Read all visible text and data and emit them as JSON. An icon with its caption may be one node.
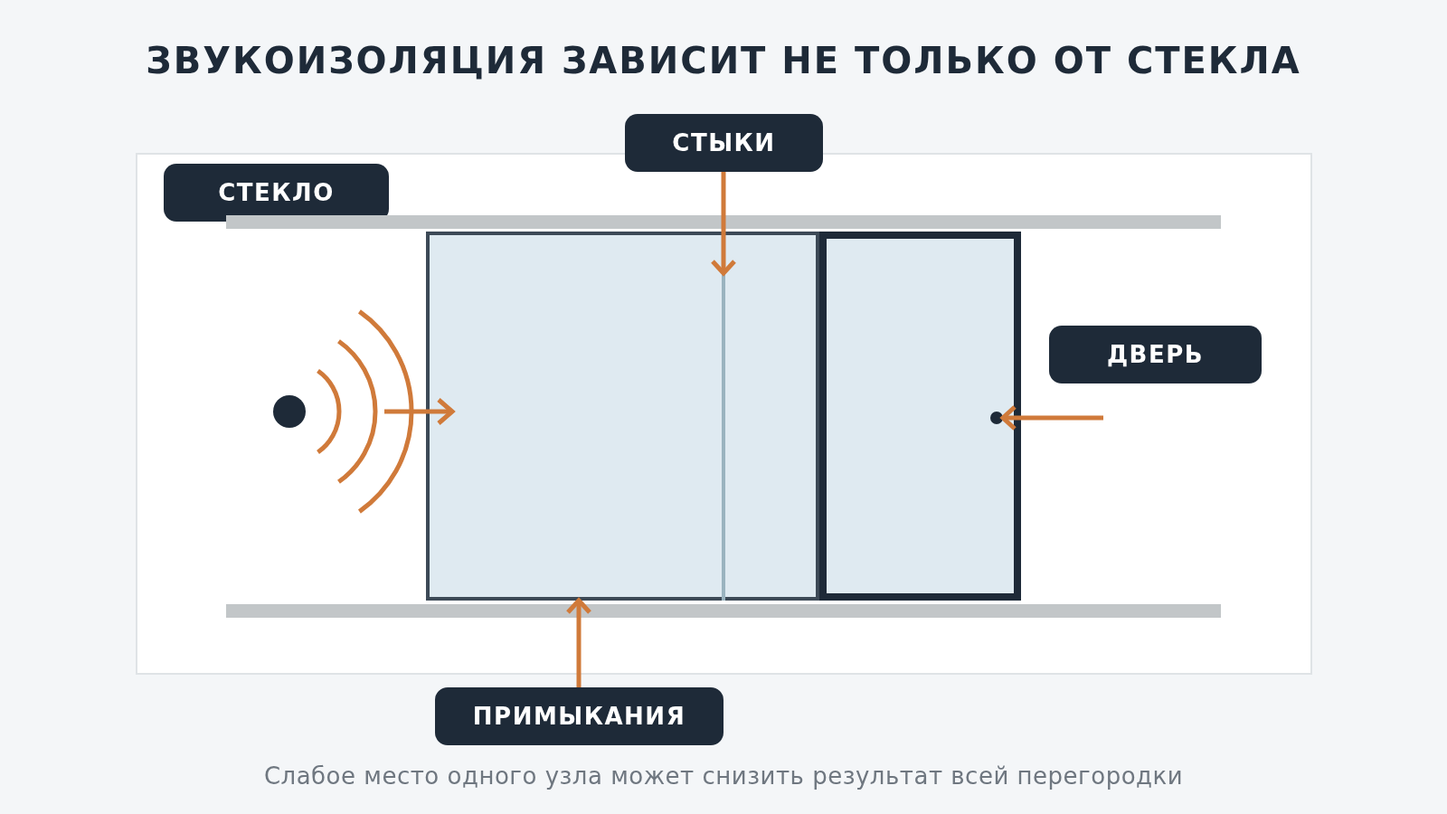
{
  "diagram": {
    "title": "ЗВУКОИЗОЛЯЦИЯ ЗАВИСИТ НЕ ТОЛЬКО ОТ СТЕКЛА",
    "caption": "Слабое место одного узла может снизить результат всей перегородки",
    "nodes": [
      {
        "text": [
          "СТЫКИ"
        ]
      },
      {
        "text": [
          "СТЕКЛО"
        ]
      },
      {
        "text": [
          "ДВЕРЬ"
        ]
      },
      {
        "text": [],
        "shape": "box"
      },
      {
        "text": [],
        "shape": "bar",
        "in": 3
      },
      {
        "text": [],
        "shape": "box"
      },
      {
        "text": [],
        "shape": "circle",
        "in": 5
      },
      {
        "text": [
          "ПРИМЫКАНИЯ"
        ]
      },
      {
        "text": [],
        "shape": "bar"
      },
      {
        "text": [],
        "shape": "bar"
      }
    ],
    "edges": [
      {
        "from": 0,
        "to": 4,
        "arrow": "to"
      },
      {
        "from": null,
        "to": 6,
        "arrow": "to"
      },
      {
        "from": 7,
        "to": 3,
        "arrow": "to"
      }
    ]
  }
}
